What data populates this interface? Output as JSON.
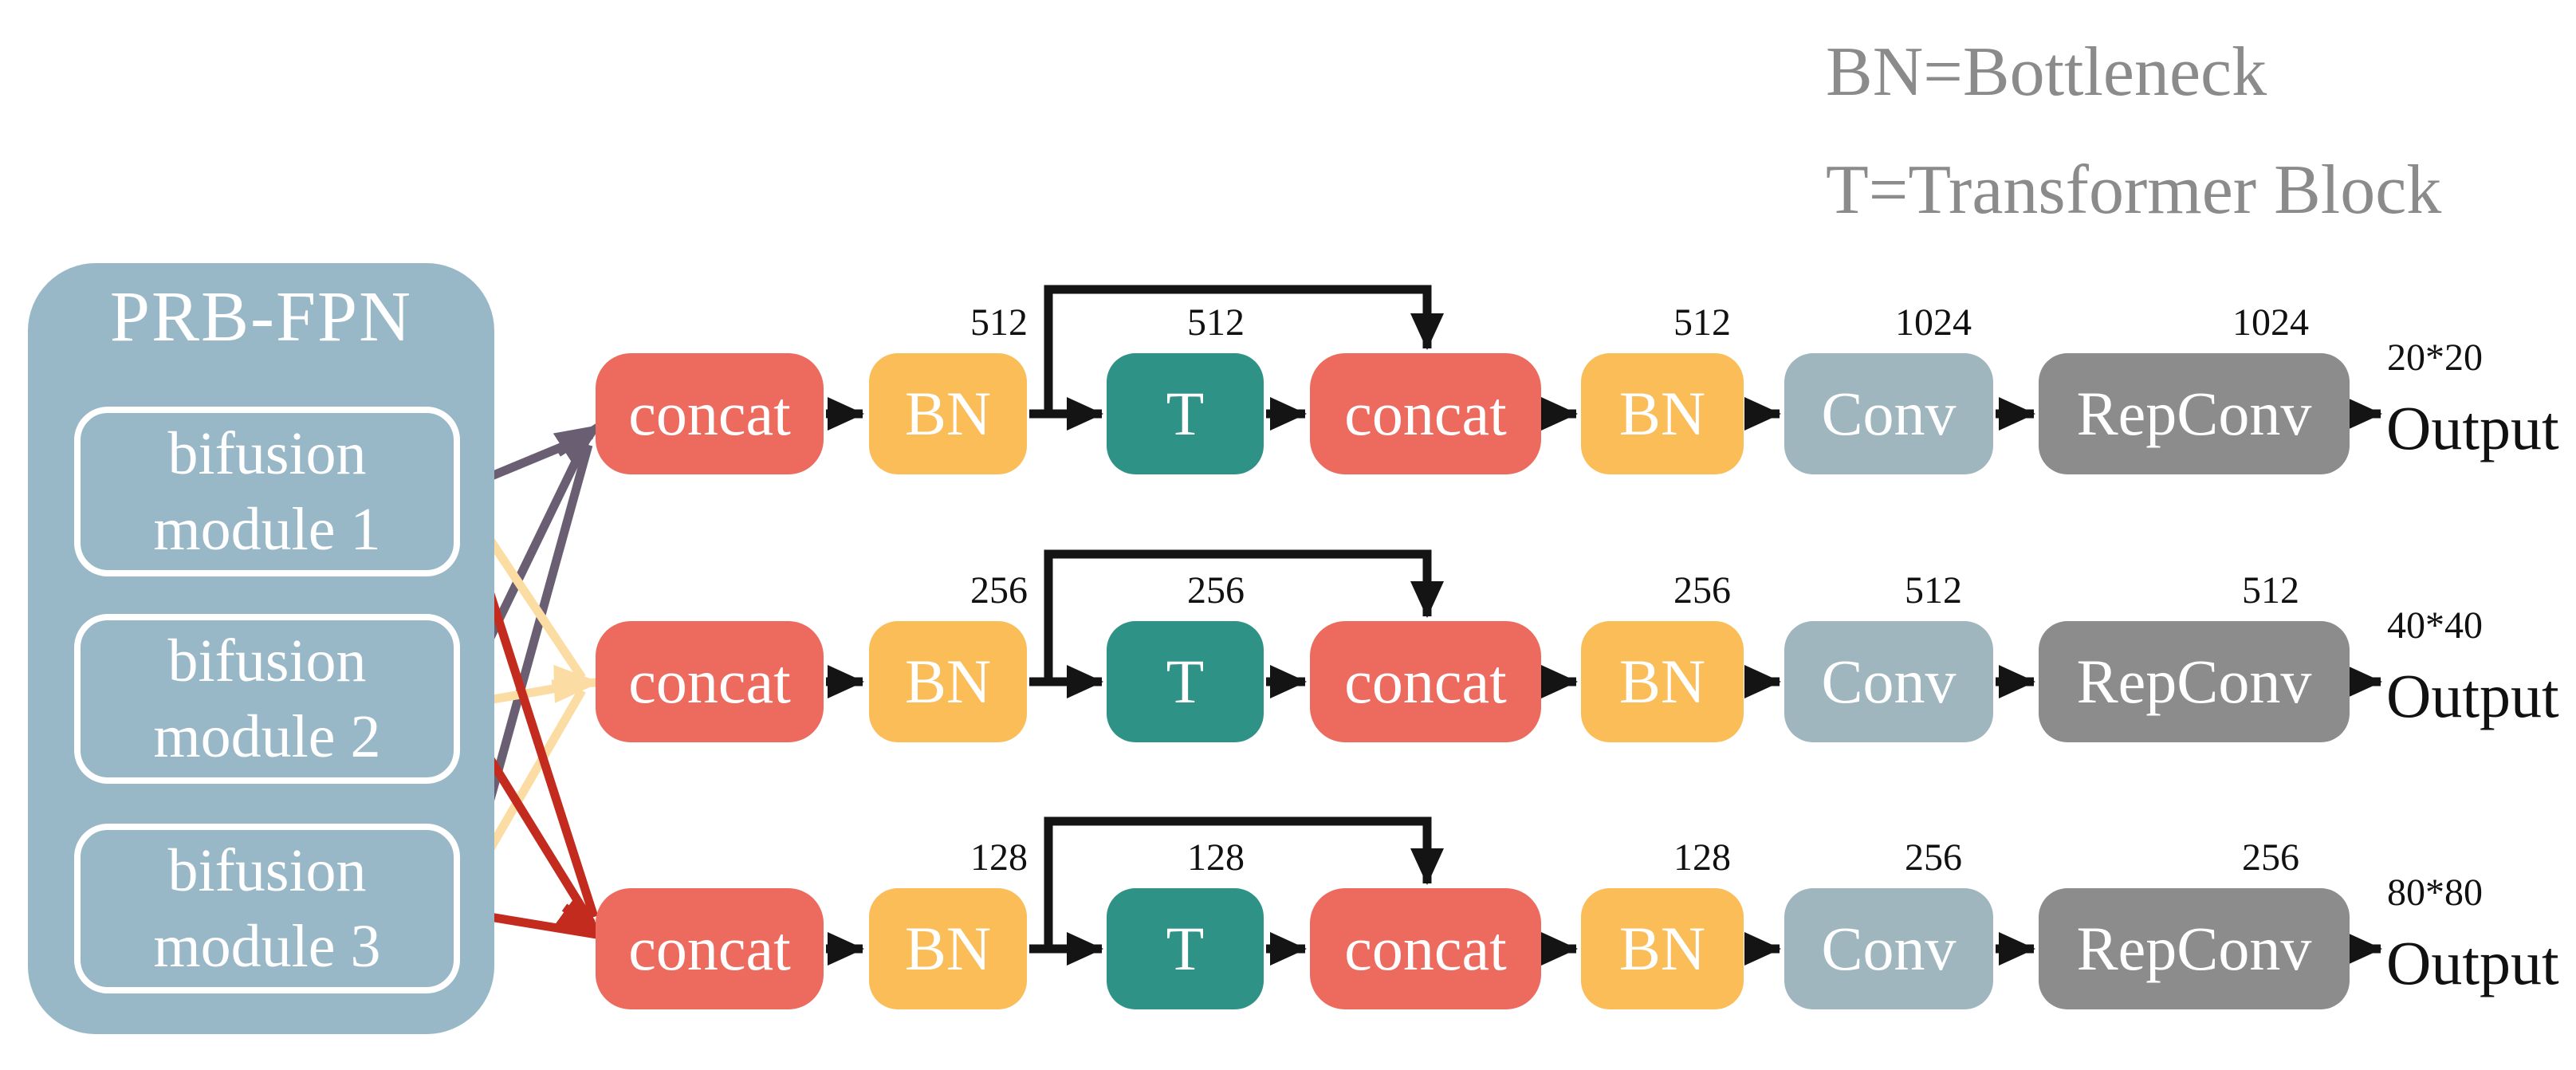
{
  "legend": {
    "line1": "BN=Bottleneck",
    "line2": "T=Transformer Block"
  },
  "fpn": {
    "title": "PRB-FPN",
    "modules": [
      {
        "line1": "bifusion",
        "line2": "module 1"
      },
      {
        "line1": "bifusion",
        "line2": "module 2"
      },
      {
        "line1": "bifusion",
        "line2": "module 3"
      }
    ]
  },
  "rows": [
    {
      "concat1": "concat",
      "bn1": "BN",
      "bn1_ch": "512",
      "t": "T",
      "t_ch": "512",
      "concat2": "concat",
      "bn2": "BN",
      "bn2_ch": "512",
      "conv": "Conv",
      "conv_ch": "1024",
      "repconv": "RepConv",
      "repconv_ch": "1024",
      "out_size": "20*20",
      "out": "Output"
    },
    {
      "concat1": "concat",
      "bn1": "BN",
      "bn1_ch": "256",
      "t": "T",
      "t_ch": "256",
      "concat2": "concat",
      "bn2": "BN",
      "bn2_ch": "256",
      "conv": "Conv",
      "conv_ch": "512",
      "repconv": "RepConv",
      "repconv_ch": "512",
      "out_size": "40*40",
      "out": "Output"
    },
    {
      "concat1": "concat",
      "bn1": "BN",
      "bn1_ch": "128",
      "t": "T",
      "t_ch": "128",
      "concat2": "concat",
      "bn2": "BN",
      "bn2_ch": "128",
      "conv": "Conv",
      "conv_ch": "256",
      "repconv": "RepConv",
      "repconv_ch": "256",
      "out_size": "80*80",
      "out": "Output"
    }
  ],
  "colors": {
    "salmon": "#ec6a5e",
    "orange": "#fabd57",
    "teal": "#2f9286",
    "conv_blue": "#9fb6be",
    "gray": "#8c8c8c",
    "panel_blue": "#98b7c7",
    "arrow_purple": "#6a5f72",
    "arrow_cream": "#fbdca2",
    "arrow_red": "#c22b1e",
    "line_black": "#141414",
    "legend_gray": "#8b8b8b"
  }
}
